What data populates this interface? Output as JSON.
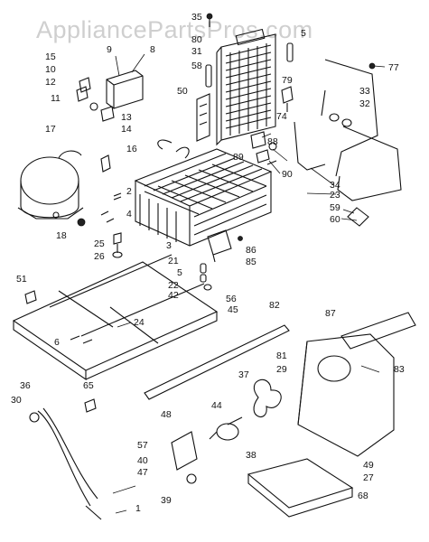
{
  "watermark": "AppliancePartsPros.com",
  "callouts": {
    "c1": "1",
    "c2": "2",
    "c3": "3",
    "c4": "4",
    "c5a": "5",
    "c5b": "5",
    "c6": "6",
    "c8": "8",
    "c9": "9",
    "c10": "10",
    "c11": "11",
    "c12": "12",
    "c13": "13",
    "c14": "14",
    "c15": "15",
    "c16": "16",
    "c17": "17",
    "c18": "18",
    "c21": "21",
    "c22": "22",
    "c23": "23",
    "c24": "24",
    "c25": "25",
    "c26": "26",
    "c27": "27",
    "c29": "29",
    "c30": "30",
    "c31": "31",
    "c32": "32",
    "c33": "33",
    "c34": "34",
    "c35": "35",
    "c36": "36",
    "c37": "37",
    "c38": "38",
    "c39": "39",
    "c40": "40",
    "c42": "42",
    "c44": "44",
    "c45": "45",
    "c47": "47",
    "c48": "48",
    "c49": "49",
    "c50": "50",
    "c51": "51",
    "c56": "56",
    "c57": "57",
    "c58": "58",
    "c59": "59",
    "c60": "60",
    "c65": "65",
    "c68": "68",
    "c74": "74",
    "c77": "77",
    "c79": "79",
    "c80": "80",
    "c81": "81",
    "c82": "82",
    "c83": "83",
    "c85": "85",
    "c86": "86",
    "c87": "87",
    "c88": "88",
    "c89": "89",
    "c90": "90"
  }
}
